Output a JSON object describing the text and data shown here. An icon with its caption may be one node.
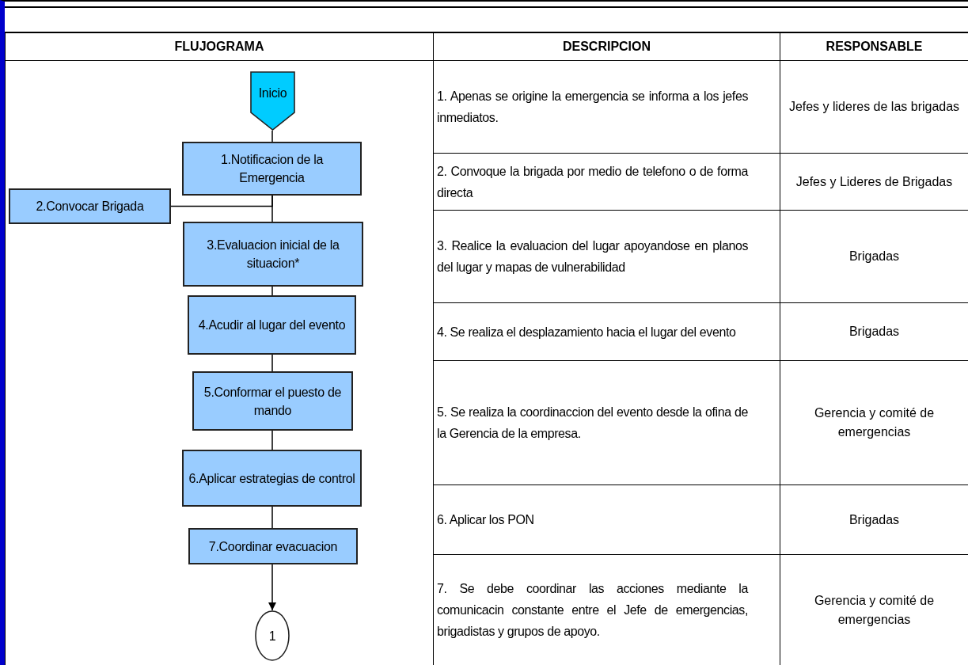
{
  "diagram": {
    "nodes": [
      {
        "text": [
          "Inicio"
        ]
      },
      {
        "text": [
          "1.Notificacion de la Emergencia"
        ]
      },
      {
        "text": [
          "2.Convocar Brigada"
        ]
      },
      {
        "text": [
          "3.Evaluacion inicial de la situacion*"
        ]
      },
      {
        "text": [
          "4.Acudir al lugar del evento"
        ]
      },
      {
        "text": [
          "5.Conformar el puesto de mando"
        ]
      },
      {
        "text": [
          "6.Aplicar estrategias de control"
        ]
      },
      {
        "text": [
          "7.Coordinar evacuacion"
        ]
      },
      {
        "text": [
          "1"
        ]
      }
    ],
    "edges": [
      {
        "from": 0,
        "to": 1,
        "arrow": "none"
      },
      {
        "from": 1,
        "to": 2,
        "arrow": "none"
      },
      {
        "from": 1,
        "to": 3,
        "arrow": "none"
      },
      {
        "from": 3,
        "to": 4,
        "arrow": "none"
      },
      {
        "from": 4,
        "to": 5,
        "arrow": "none"
      },
      {
        "from": 5,
        "to": 6,
        "arrow": "none"
      },
      {
        "from": 6,
        "to": 7,
        "arrow": "none"
      },
      {
        "from": 7,
        "to": 8,
        "arrow": "to"
      }
    ],
    "labels": [
      "FLUJOGRAMA",
      "DESCRIPCION",
      "RESPONSABLE",
      "1. Apenas se origine la emergencia se informa a los jefes inmediatos.",
      "Jefes y lideres de las brigadas",
      "2. Convoque la brigada por medio de telefono o de forma directa",
      "Jefes y Lideres de Brigadas",
      "3. Realice la evaluacion del lugar apoyandose en planos del lugar y mapas de vulnerabilidad",
      "Brigadas",
      "4. Se realiza el desplazamiento hacia el lugar del evento",
      "Brigadas",
      "5. Se realiza la coordinaccion del evento desde la ofina de la Gerencia de la empresa.",
      "Gerencia y comité de emergencias",
      "6. Aplicar los PON",
      "Brigadas",
      "7. Se debe coordinar las acciones mediante la comunicacin constante entre el Jefe de emergencias, brigadistas y grupos de apoyo.",
      "Gerencia y comité de emergencias"
    ]
  }
}
